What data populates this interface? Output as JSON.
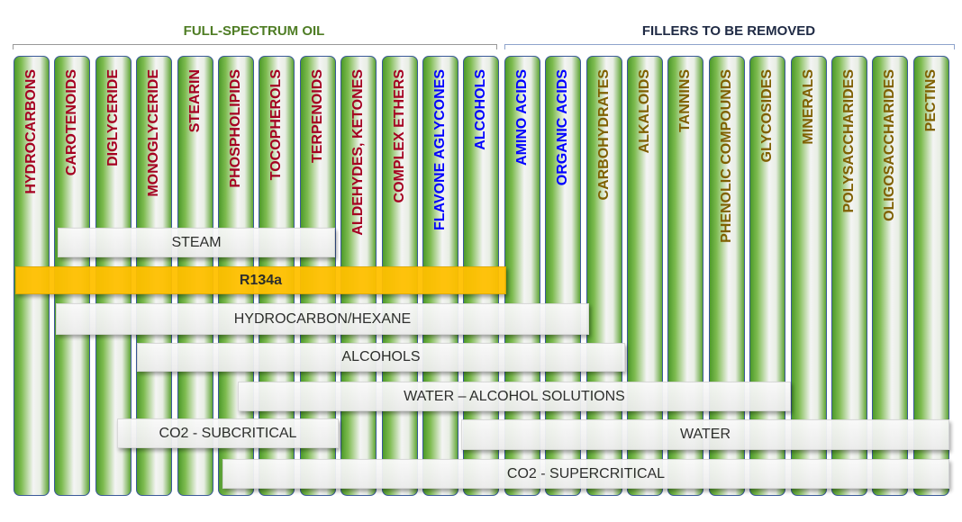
{
  "headers": {
    "full_spectrum": "FULL-SPECTRUM OIL",
    "fillers": "FILLERS TO BE REMOVED"
  },
  "colors": {
    "red": "#a50021",
    "blue": "#0000ff",
    "olive": "#7f6000",
    "orange": "#ffc000",
    "green_header": "#4f7d25",
    "navy_header": "#1f2a44"
  },
  "columns": [
    {
      "label": "HYDROCARBONS",
      "color": "red"
    },
    {
      "label": "CAROTENOIDS",
      "color": "red"
    },
    {
      "label": "DIGLYCERIDE",
      "color": "red"
    },
    {
      "label": "MONOGLYCERIDE",
      "color": "red"
    },
    {
      "label": "STEARIN",
      "color": "red"
    },
    {
      "label": "PHOSPHOLIPIDS",
      "color": "red"
    },
    {
      "label": "TOCOPHEROLS",
      "color": "red"
    },
    {
      "label": "TERPENOIDS",
      "color": "red"
    },
    {
      "label": "ALDEHYDES, KETONES",
      "color": "red"
    },
    {
      "label": "COMPLEX ETHERS",
      "color": "red"
    },
    {
      "label": "FLAVONE AGLYCONES",
      "color": "blue"
    },
    {
      "label": "ALCOHOLS",
      "color": "blue"
    },
    {
      "label": "AMINO ACIDS",
      "color": "blue"
    },
    {
      "label": "ORGANIC ACIDS",
      "color": "blue"
    },
    {
      "label": "CARBOHYDRATES",
      "color": "olive"
    },
    {
      "label": "ALKALOIDS",
      "color": "olive"
    },
    {
      "label": "TANNINS",
      "color": "olive"
    },
    {
      "label": "PHENOLIC COMPOUNDS",
      "color": "olive"
    },
    {
      "label": "GLYCOSIDES",
      "color": "olive"
    },
    {
      "label": "MINERALS",
      "color": "olive"
    },
    {
      "label": "POLYSACCHARIDES",
      "color": "olive"
    },
    {
      "label": "OLIGOSACCHARIDES",
      "color": "olive"
    },
    {
      "label": "PECTINS",
      "color": "olive"
    }
  ],
  "solvents": [
    {
      "label": "STEAM",
      "highlight": false
    },
    {
      "label": "R134a",
      "highlight": true
    },
    {
      "label": "HYDROCARBON/HEXANE",
      "highlight": false
    },
    {
      "label": "ALCOHOLS",
      "highlight": false
    },
    {
      "label": "WATER – ALCOHOL SOLUTIONS",
      "highlight": false
    },
    {
      "label": "CO2 - SUBCRITICAL",
      "highlight": false
    },
    {
      "label": "WATER",
      "highlight": false
    },
    {
      "label": "CO2 - SUPERCRITICAL",
      "highlight": false
    }
  ]
}
